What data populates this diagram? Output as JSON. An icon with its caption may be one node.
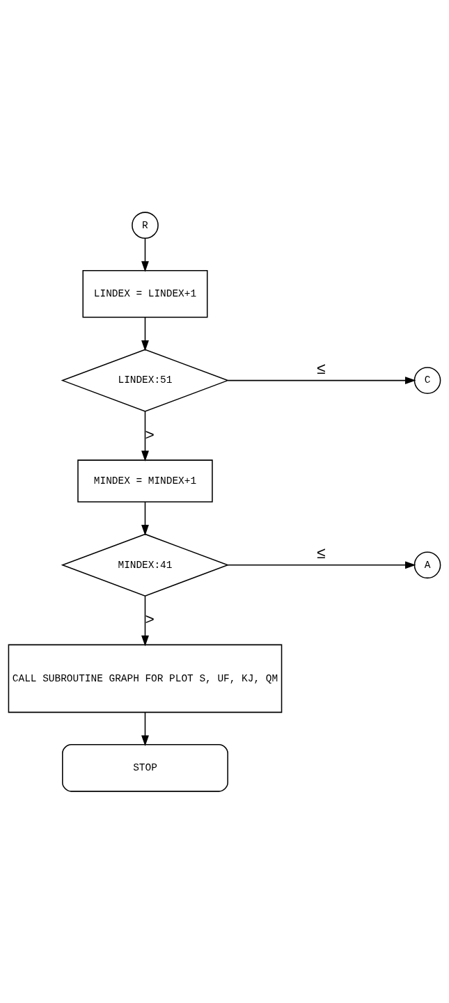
{
  "diagram": {
    "nodes": [
      {
        "text": [
          "R"
        ]
      },
      {
        "text": [
          "LINDEX = LINDEX+1"
        ]
      },
      {
        "text": [
          "LINDEX:51"
        ]
      },
      {
        "text": [
          "C"
        ]
      },
      {
        "text": [
          "MINDEX = MINDEX+1"
        ]
      },
      {
        "text": [
          "MINDEX:41"
        ]
      },
      {
        "text": [
          "A"
        ]
      },
      {
        "text": [
          "CALL SUBROUTINE GRAPH FOR PLOT S, UF, KJ, QM"
        ]
      },
      {
        "text": [
          "STOP"
        ]
      }
    ],
    "edges": [
      {
        "from": 0,
        "to": 1,
        "arrow": "to"
      },
      {
        "from": 1,
        "to": 2,
        "arrow": "to"
      },
      {
        "from": 2,
        "to": 3,
        "arrow": "to",
        "label": "≤"
      },
      {
        "from": 2,
        "to": 4,
        "arrow": "to",
        "label": ">"
      },
      {
        "from": 4,
        "to": 5,
        "arrow": "to"
      },
      {
        "from": 5,
        "to": 6,
        "arrow": "to",
        "label": "≤"
      },
      {
        "from": 5,
        "to": 7,
        "arrow": "to",
        "label": ">"
      },
      {
        "from": 7,
        "to": 8,
        "arrow": "to"
      }
    ]
  }
}
